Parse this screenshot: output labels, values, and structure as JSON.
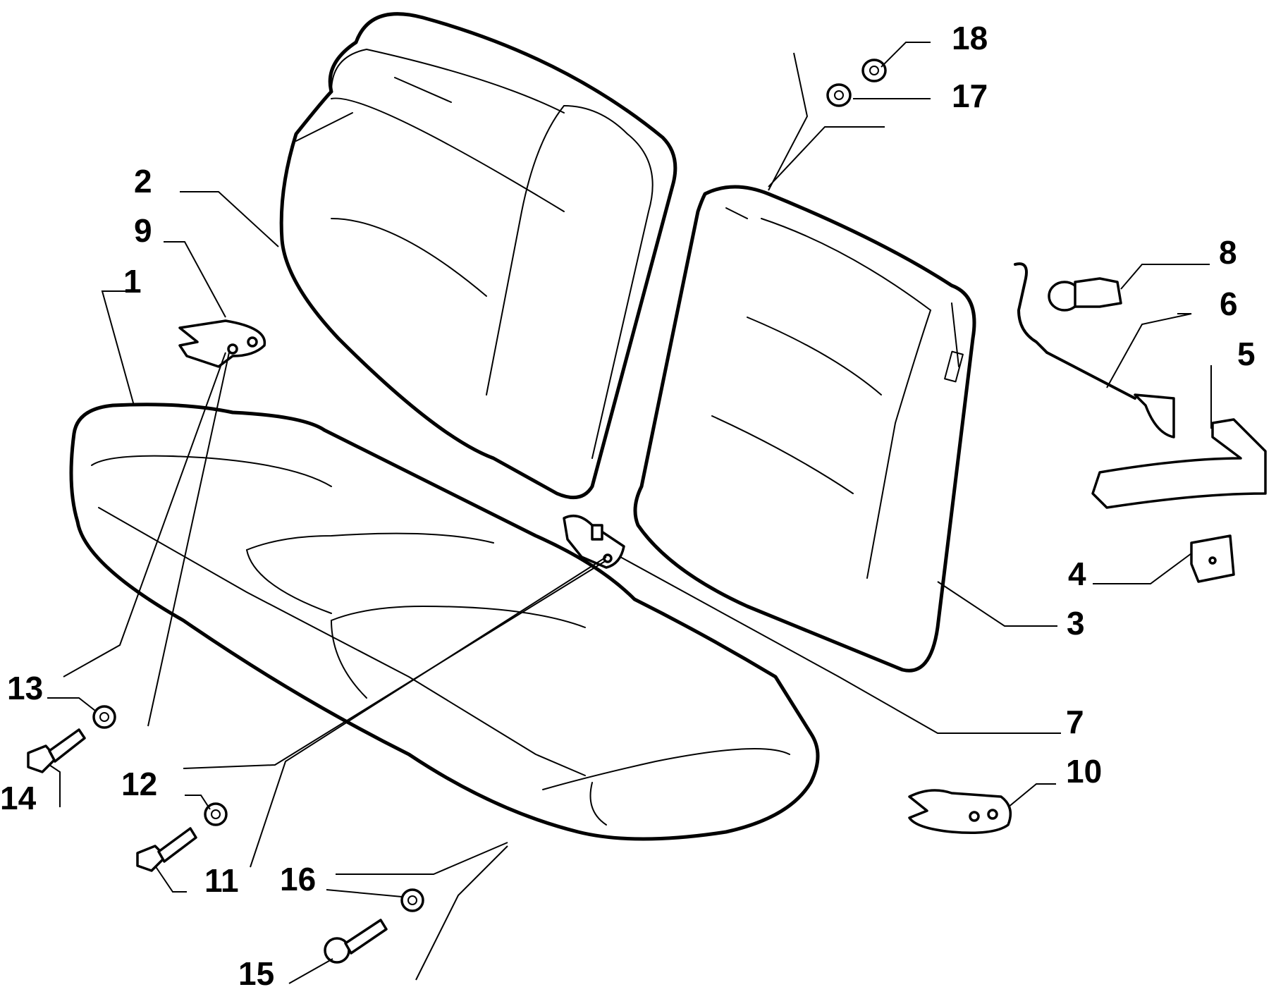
{
  "callouts": [
    {
      "id": "1",
      "text": "1"
    },
    {
      "id": "2",
      "text": "2"
    },
    {
      "id": "3",
      "text": "3"
    },
    {
      "id": "4",
      "text": "4"
    },
    {
      "id": "5",
      "text": "5"
    },
    {
      "id": "6",
      "text": "6"
    },
    {
      "id": "7",
      "text": "7"
    },
    {
      "id": "8",
      "text": "8"
    },
    {
      "id": "9",
      "text": "9"
    },
    {
      "id": "10",
      "text": "10"
    },
    {
      "id": "11",
      "text": "11"
    },
    {
      "id": "12",
      "text": "12"
    },
    {
      "id": "13",
      "text": "13"
    },
    {
      "id": "14",
      "text": "14"
    },
    {
      "id": "15",
      "text": "15"
    },
    {
      "id": "16",
      "text": "16"
    },
    {
      "id": "17",
      "text": "17"
    },
    {
      "id": "18",
      "text": "18"
    }
  ],
  "colors": {
    "line": "#000000",
    "background": "#ffffff"
  }
}
